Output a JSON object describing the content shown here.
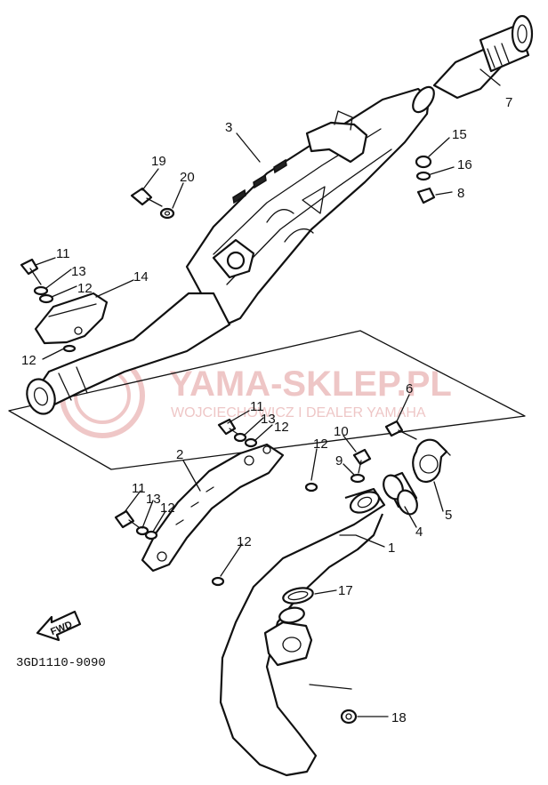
{
  "diagram": {
    "drawing_code": "3GD1110-9090",
    "direction_label": "FWD",
    "callouts": {
      "c1": "1",
      "c2": "2",
      "c3": "3",
      "c4": "4",
      "c5": "5",
      "c6": "6",
      "c7": "7",
      "c8": "8",
      "c9": "9",
      "c10": "10",
      "c11a": "11",
      "c11b": "11",
      "c11c": "11",
      "c12a": "12",
      "c12b": "12",
      "c12c": "12",
      "c12d": "12",
      "c12e": "12",
      "c12f": "12",
      "c13a": "13",
      "c13b": "13",
      "c13c": "13",
      "c14": "14",
      "c15": "15",
      "c16": "16",
      "c17": "17",
      "c18": "18",
      "c19": "19",
      "c20": "20"
    }
  },
  "watermark": {
    "title": "YAMA-SKLEP.PL",
    "subtitle": "WOJCIECHOWICZ I DEALER YAMAHA",
    "color": "#e9b4b4"
  }
}
